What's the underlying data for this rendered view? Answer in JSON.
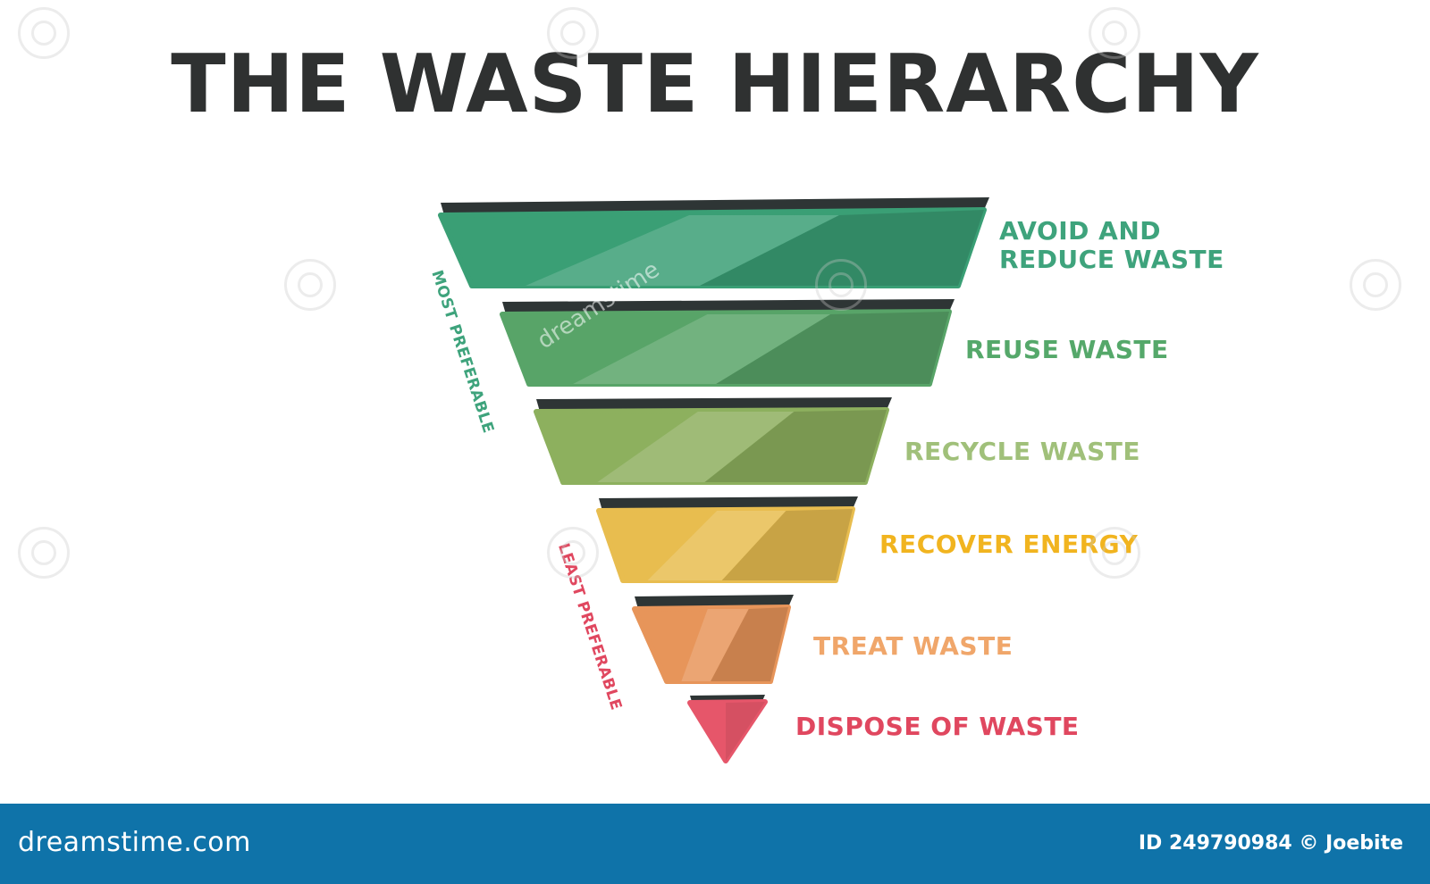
{
  "title": "THE WASTE HIERARCHY",
  "tiers": [
    {
      "label": "AVOID AND\nREDUCE WASTE",
      "color": "#3a9f75",
      "label_color": "#3ea37c"
    },
    {
      "label": "REUSE WASTE",
      "color": "#58a468",
      "label_color": "#55a86a"
    },
    {
      "label": "RECYCLE WASTE",
      "color": "#8db05e",
      "label_color": "#a0c07a"
    },
    {
      "label": "RECOVER ENERGY",
      "color": "#e8bd4f",
      "label_color": "#f1b41f"
    },
    {
      "label": "TREAT WASTE",
      "color": "#e7955a",
      "label_color": "#f0a66a"
    },
    {
      "label": "DISPOSE OF WASTE",
      "color": "#e6566a",
      "label_color": "#e0475f"
    }
  ],
  "side_labels": {
    "most": {
      "text": "MOST PREFERABLE",
      "color": "#3ea37c"
    },
    "least": {
      "text": "LEAST PREFERABLE",
      "color": "#e0475f"
    }
  },
  "watermark": "dreamstime",
  "footer": {
    "brand": "dreamstime.com",
    "id_text": "ID 249790984 © Joebite"
  }
}
